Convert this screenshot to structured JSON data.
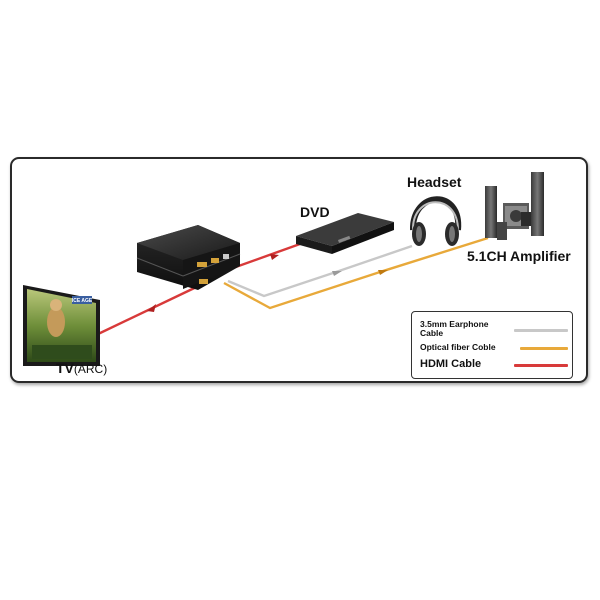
{
  "labels": {
    "headset": "Headset",
    "dvd": "DVD",
    "amplifier": "5.1CH Amplifier",
    "tv_main": "TV",
    "tv_sub": "(ARC)"
  },
  "legend": {
    "items": [
      {
        "label_line1": "3.5mm Earphone",
        "label_line2": "Cable",
        "color": "#c8c8c8"
      },
      {
        "label": "Optical fiber Coble",
        "color": "#e8a93a"
      },
      {
        "label": "HDMI Cable",
        "color": "#d83a3a"
      }
    ]
  },
  "colors": {
    "hdmi": "#d83a3a",
    "optical": "#e8a93a",
    "earphone": "#c8c8c8",
    "device_dark": "#1d1d1d"
  },
  "tv_screen": {
    "logo_text": "ICE AGE"
  }
}
